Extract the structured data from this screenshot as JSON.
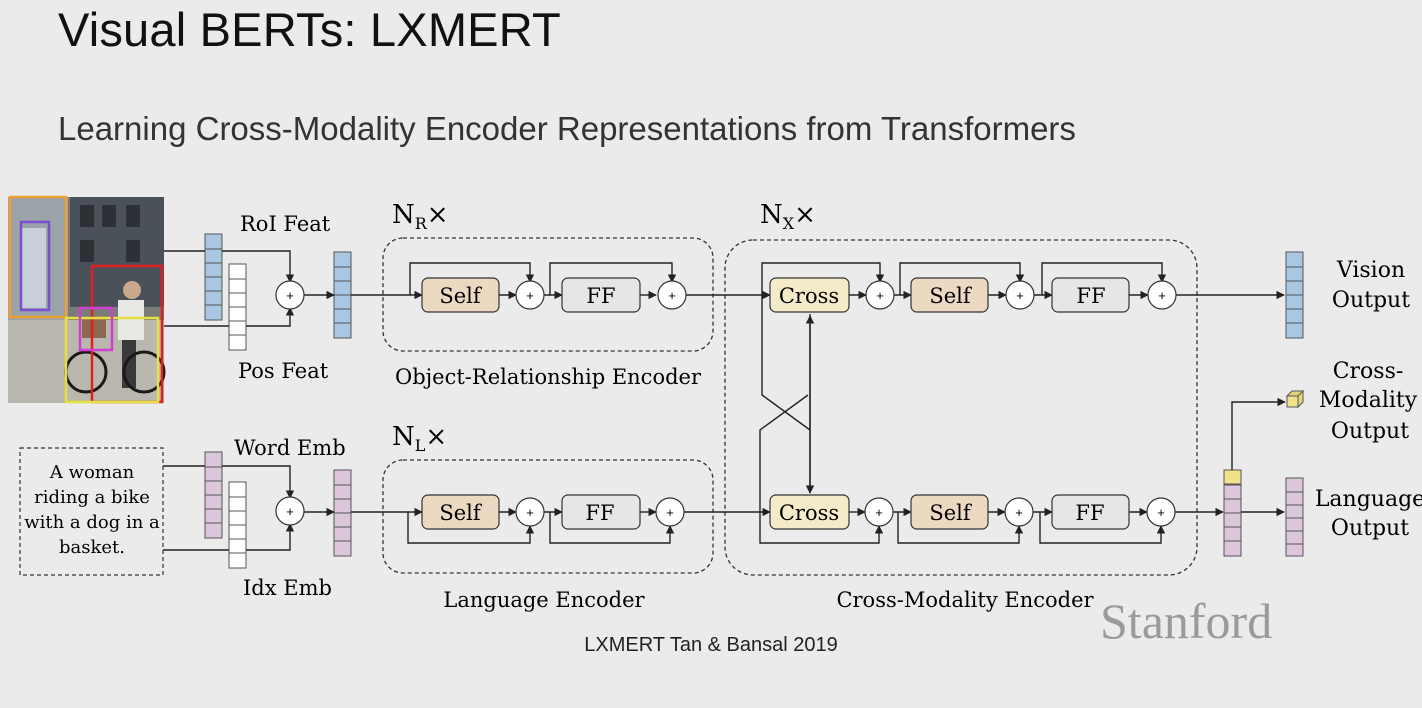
{
  "slide": {
    "title": "Visual BERTs: LXMERT",
    "subtitle": "Learning Cross-Modality Encoder Representations from Transformers",
    "citation": "LXMERT Tan & Bansal 2019",
    "logo_text": "Stanford"
  },
  "diagram": {
    "image_caption": [
      "A woman",
      "riding a bike",
      "with a dog in a",
      "basket."
    ],
    "vision_inputs": {
      "roi_feat": "RoI Feat",
      "pos_feat": "Pos Feat"
    },
    "language_inputs": {
      "word_emb": "Word Emb",
      "idx_emb": "Idx Emb"
    },
    "object_encoder": {
      "repeat": "N",
      "repeat_sub": "R",
      "repeat_mark": "×",
      "name": "Object-Relationship Encoder",
      "blocks": [
        "Self",
        "FF"
      ]
    },
    "language_encoder": {
      "repeat": "N",
      "repeat_sub": "L",
      "repeat_mark": "×",
      "name": "Language Encoder",
      "blocks": [
        "Self",
        "FF"
      ]
    },
    "cross_encoder": {
      "repeat": "N",
      "repeat_sub": "X",
      "repeat_mark": "×",
      "name": "Cross-Modality Encoder",
      "blocks": [
        "Cross",
        "Self",
        "FF"
      ]
    },
    "plus_symbol": "+",
    "outputs": {
      "vision": [
        "Vision",
        "Output"
      ],
      "cross": [
        "Cross-",
        "Modality",
        "Output"
      ],
      "language": [
        "Language",
        "Output"
      ]
    },
    "colors": {
      "self_block": "#ecd9c2",
      "cross_block": "#f4ebc8",
      "ff_block": "#e6e6e6",
      "vision_emb": "#a9c6e3",
      "language_emb": "#dcc6dc",
      "cls_cell": "#efe28a"
    }
  }
}
